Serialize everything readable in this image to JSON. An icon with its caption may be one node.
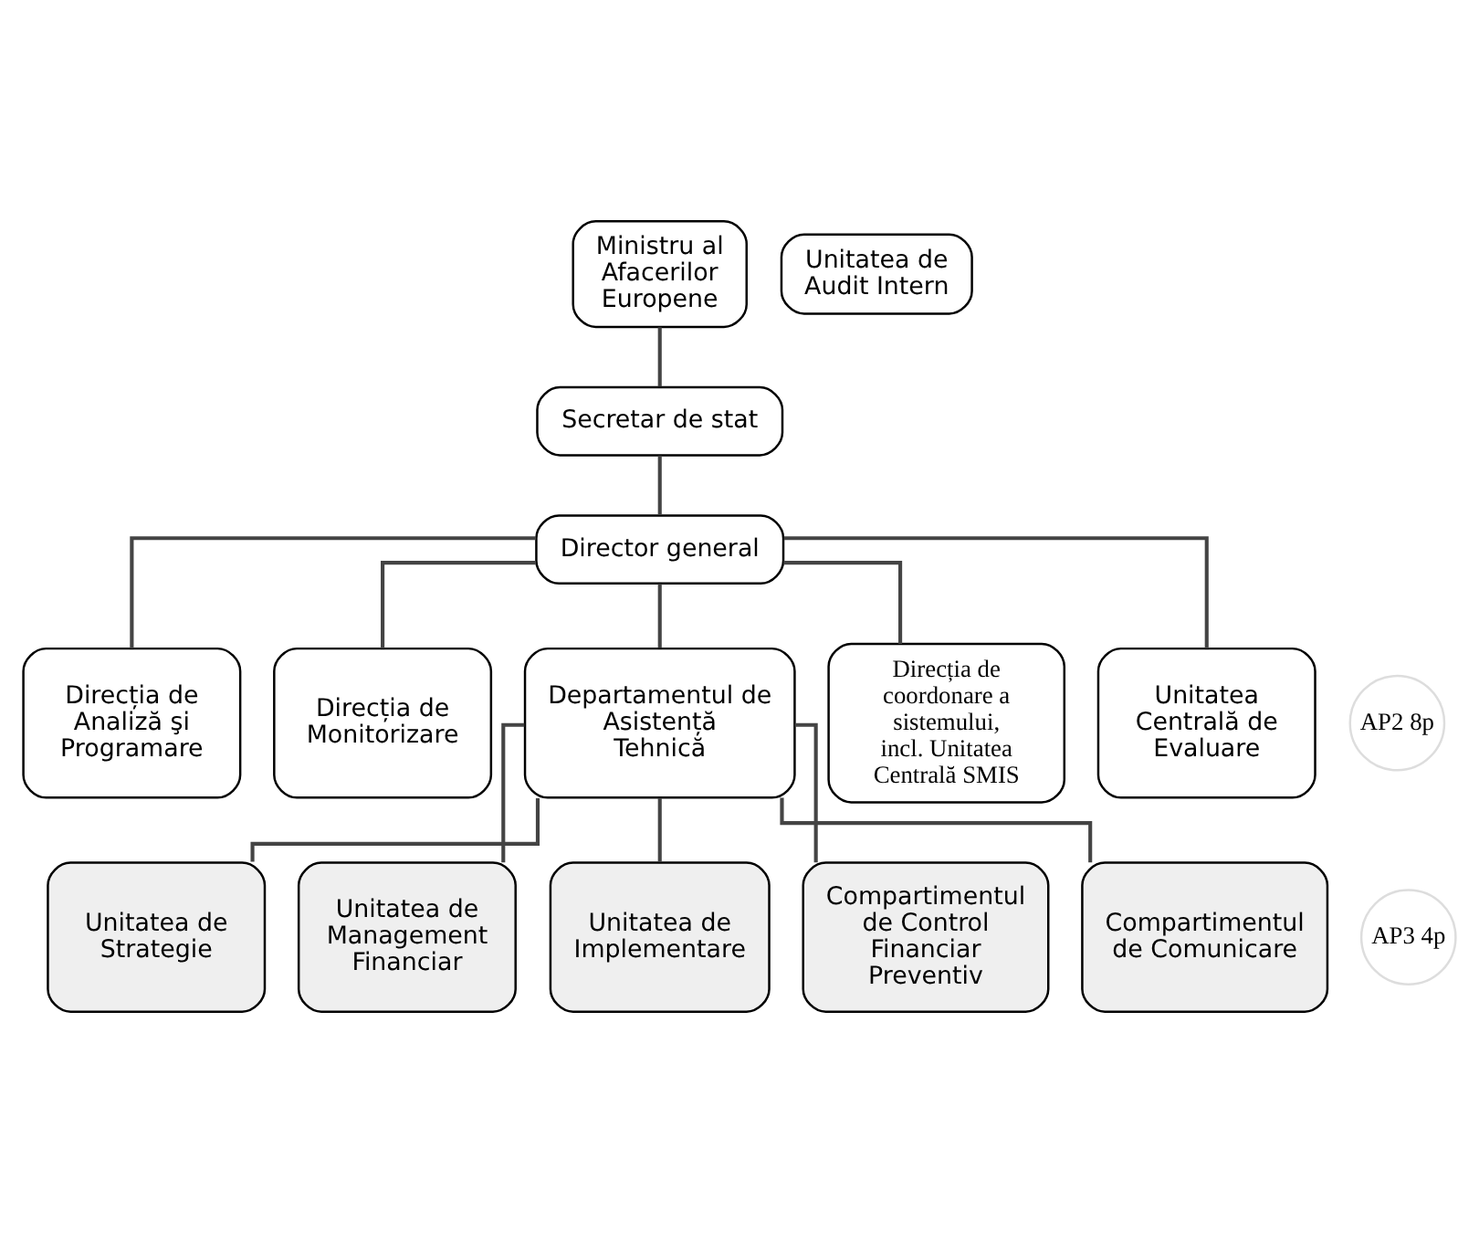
{
  "diagram": {
    "nodes": [
      {
        "text": [
          "Ministru al Afacerilor Europene"
        ]
      },
      {
        "text": [
          "Unitatea de Audit Intern"
        ]
      },
      {
        "text": [
          "Secretar de stat"
        ]
      },
      {
        "text": [
          "Director general"
        ]
      },
      {
        "text": [
          "Direcția de Analiză şi Programare"
        ]
      },
      {
        "text": [
          "Direcția de Monitorizare"
        ]
      },
      {
        "text": [
          "Departamentul de Asistență Tehnică"
        ]
      },
      {
        "text": [
          "Direcția de coordonare a sistemului, incl. Unitatea Centrală SMIS"
        ]
      },
      {
        "text": [
          "Unitatea Centrală de Evaluare"
        ]
      },
      {
        "text": [
          "AP2 8p"
        ]
      },
      {
        "text": [
          "Unitatea de Strategie"
        ]
      },
      {
        "text": [
          "Unitatea de Management Financiar"
        ]
      },
      {
        "text": [
          "Unitatea de Implementare"
        ]
      },
      {
        "text": [
          "Compartimentul de Control Financiar Preventiv"
        ]
      },
      {
        "text": [
          "Compartimentul de Comunicare"
        ]
      },
      {
        "text": [
          "AP3 4p"
        ]
      }
    ],
    "edges": [
      {
        "from": 0,
        "to": 2,
        "arrow": "none"
      },
      {
        "from": 2,
        "to": 3,
        "arrow": "none"
      },
      {
        "from": 3,
        "to": 4,
        "arrow": "none"
      },
      {
        "from": 3,
        "to": 5,
        "arrow": "none"
      },
      {
        "from": 3,
        "to": 6,
        "arrow": "none"
      },
      {
        "from": 3,
        "to": 7,
        "arrow": "none"
      },
      {
        "from": 3,
        "to": 8,
        "arrow": "none"
      },
      {
        "from": 6,
        "to": 10,
        "arrow": "none"
      },
      {
        "from": 6,
        "to": 11,
        "arrow": "none"
      },
      {
        "from": 6,
        "to": 12,
        "arrow": "none"
      },
      {
        "from": 6,
        "to": 13,
        "arrow": "none"
      },
      {
        "from": 6,
        "to": 14,
        "arrow": "none"
      }
    ]
  }
}
